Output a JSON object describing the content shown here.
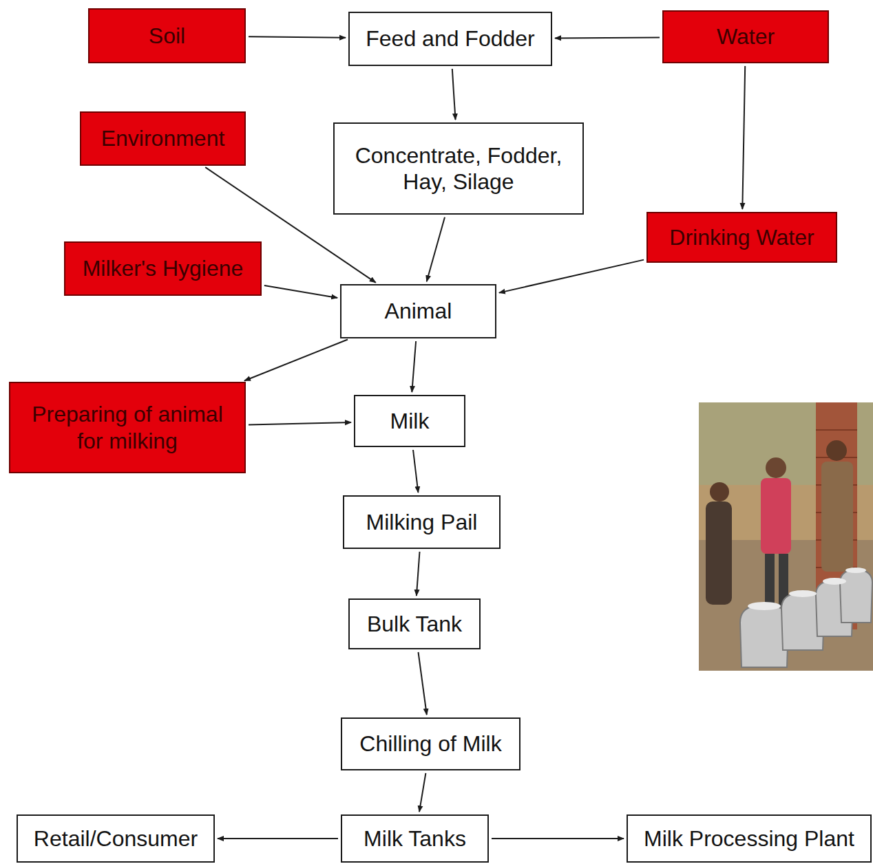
{
  "diagram": {
    "nodes": [
      {
        "text": [
          "Soil"
        ]
      },
      {
        "text": [
          "Feed and Fodder"
        ]
      },
      {
        "text": [
          "Water"
        ]
      },
      {
        "text": [
          "Environment"
        ]
      },
      {
        "text": [
          "Concentrate, Fodder, Hay, Silage"
        ]
      },
      {
        "text": [
          "Drinking Water"
        ]
      },
      {
        "text": [
          "Milker's Hygiene"
        ]
      },
      {
        "text": [
          "Animal"
        ]
      },
      {
        "text": [
          "Preparing of animal for milking"
        ]
      },
      {
        "text": [
          "Milk"
        ]
      },
      {
        "text": [
          "Milking Pail"
        ]
      },
      {
        "text": [
          "Bulk Tank"
        ]
      },
      {
        "text": [
          "Chilling of Milk"
        ]
      },
      {
        "text": [
          "Retail/Consumer"
        ]
      },
      {
        "text": [
          "Milk Tanks"
        ]
      },
      {
        "text": [
          "Milk Processing Plant"
        ]
      }
    ],
    "edges": [
      {
        "from": 0,
        "to": 1,
        "arrow": "to"
      },
      {
        "from": 2,
        "to": 1,
        "arrow": "to"
      },
      {
        "from": 1,
        "to": 4,
        "arrow": "to"
      },
      {
        "from": 2,
        "to": 5,
        "arrow": "to"
      },
      {
        "from": 3,
        "to": 7,
        "arrow": "to"
      },
      {
        "from": 4,
        "to": 7,
        "arrow": "to"
      },
      {
        "from": 5,
        "to": 7,
        "arrow": "to"
      },
      {
        "from": 6,
        "to": 7,
        "arrow": "to"
      },
      {
        "from": 7,
        "to": 8,
        "arrow": "to"
      },
      {
        "from": 8,
        "to": 9,
        "arrow": "to"
      },
      {
        "from": 7,
        "to": 9,
        "arrow": "to"
      },
      {
        "from": 9,
        "to": 10,
        "arrow": "to"
      },
      {
        "from": 10,
        "to": 11,
        "arrow": "to"
      },
      {
        "from": 11,
        "to": 12,
        "arrow": "to"
      },
      {
        "from": 12,
        "to": 14,
        "arrow": "to"
      },
      {
        "from": 14,
        "to": 13,
        "arrow": "to"
      },
      {
        "from": 14,
        "to": 15,
        "arrow": "to"
      }
    ]
  }
}
